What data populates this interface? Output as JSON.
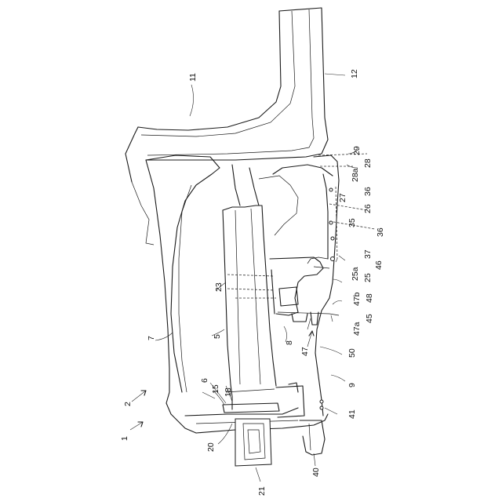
{
  "labels": {
    "l1": "1",
    "l2": "2",
    "l5": "5",
    "l6": "6",
    "l7": "7",
    "l8": "8",
    "l9": "9",
    "l11": "11",
    "l12": "12",
    "l15": "15",
    "l18": "18",
    "l20": "20",
    "l21": "21",
    "l23": "23",
    "l25": "25",
    "l25a": "25a",
    "l26": "26",
    "l27": "27",
    "l28": "28",
    "l28a": "28a",
    "l29": "29",
    "l35": "35",
    "l36a": "36",
    "l36b": "36",
    "l37": "37",
    "l40": "40",
    "l41": "41",
    "l45": "45",
    "l46": "46",
    "l47": "47",
    "l47a": "47a",
    "l47b": "47b",
    "l48": "48",
    "l50": "50"
  }
}
